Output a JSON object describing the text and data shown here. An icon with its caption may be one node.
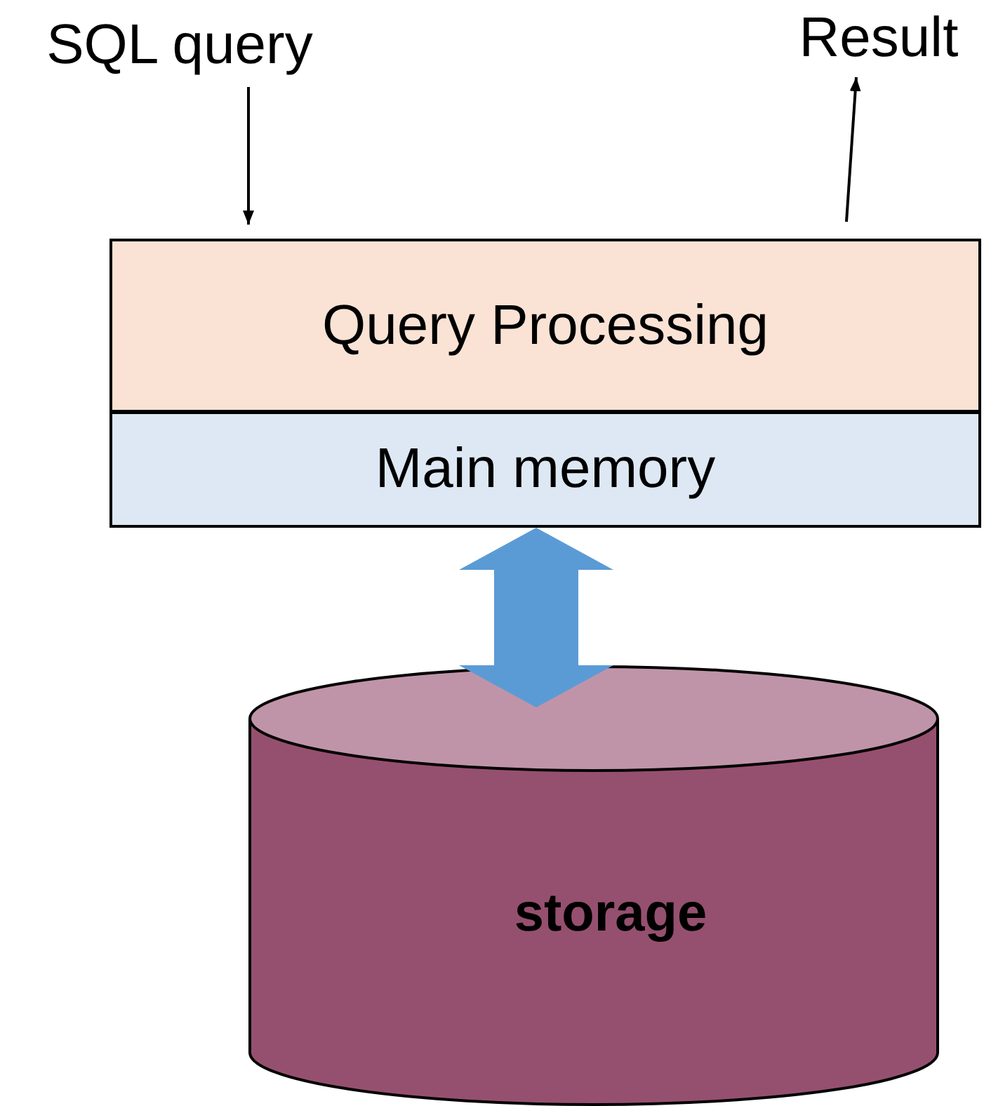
{
  "diagram": {
    "nodes": [
      {
        "text": [
          "SQL query"
        ]
      },
      {
        "text": [
          "Result"
        ]
      },
      {
        "text": [
          "Query Processing"
        ]
      },
      {
        "text": [
          "Main memory"
        ]
      },
      {
        "text": [
          "storage"
        ]
      }
    ],
    "edges": [
      {
        "from": 0,
        "to": 2,
        "arrow": "to"
      },
      {
        "from": 2,
        "to": 1,
        "arrow": "to"
      },
      {
        "from": 3,
        "to": 4,
        "arrow": "both",
        "style": "thick",
        "color": "#5b9bd5"
      }
    ]
  }
}
